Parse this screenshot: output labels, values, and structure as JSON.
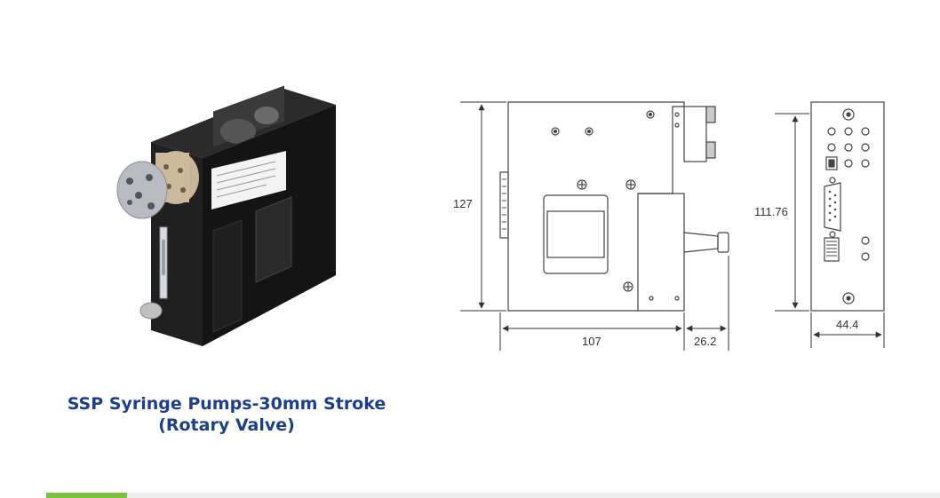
{
  "caption": {
    "line1": "SSP Syringe Pumps-30mm Stroke",
    "line2": "(Rotary Valve)"
  },
  "dimensions": {
    "side_height": "127",
    "side_width": "107",
    "side_depth": "26.2",
    "rear_height": "111.76",
    "rear_width": "44.4"
  },
  "colors": {
    "caption": "#1c3f8a",
    "progress_fill": "#7cc142",
    "progress_track": "#ececec"
  },
  "progress": {
    "fraction": 0.09
  }
}
